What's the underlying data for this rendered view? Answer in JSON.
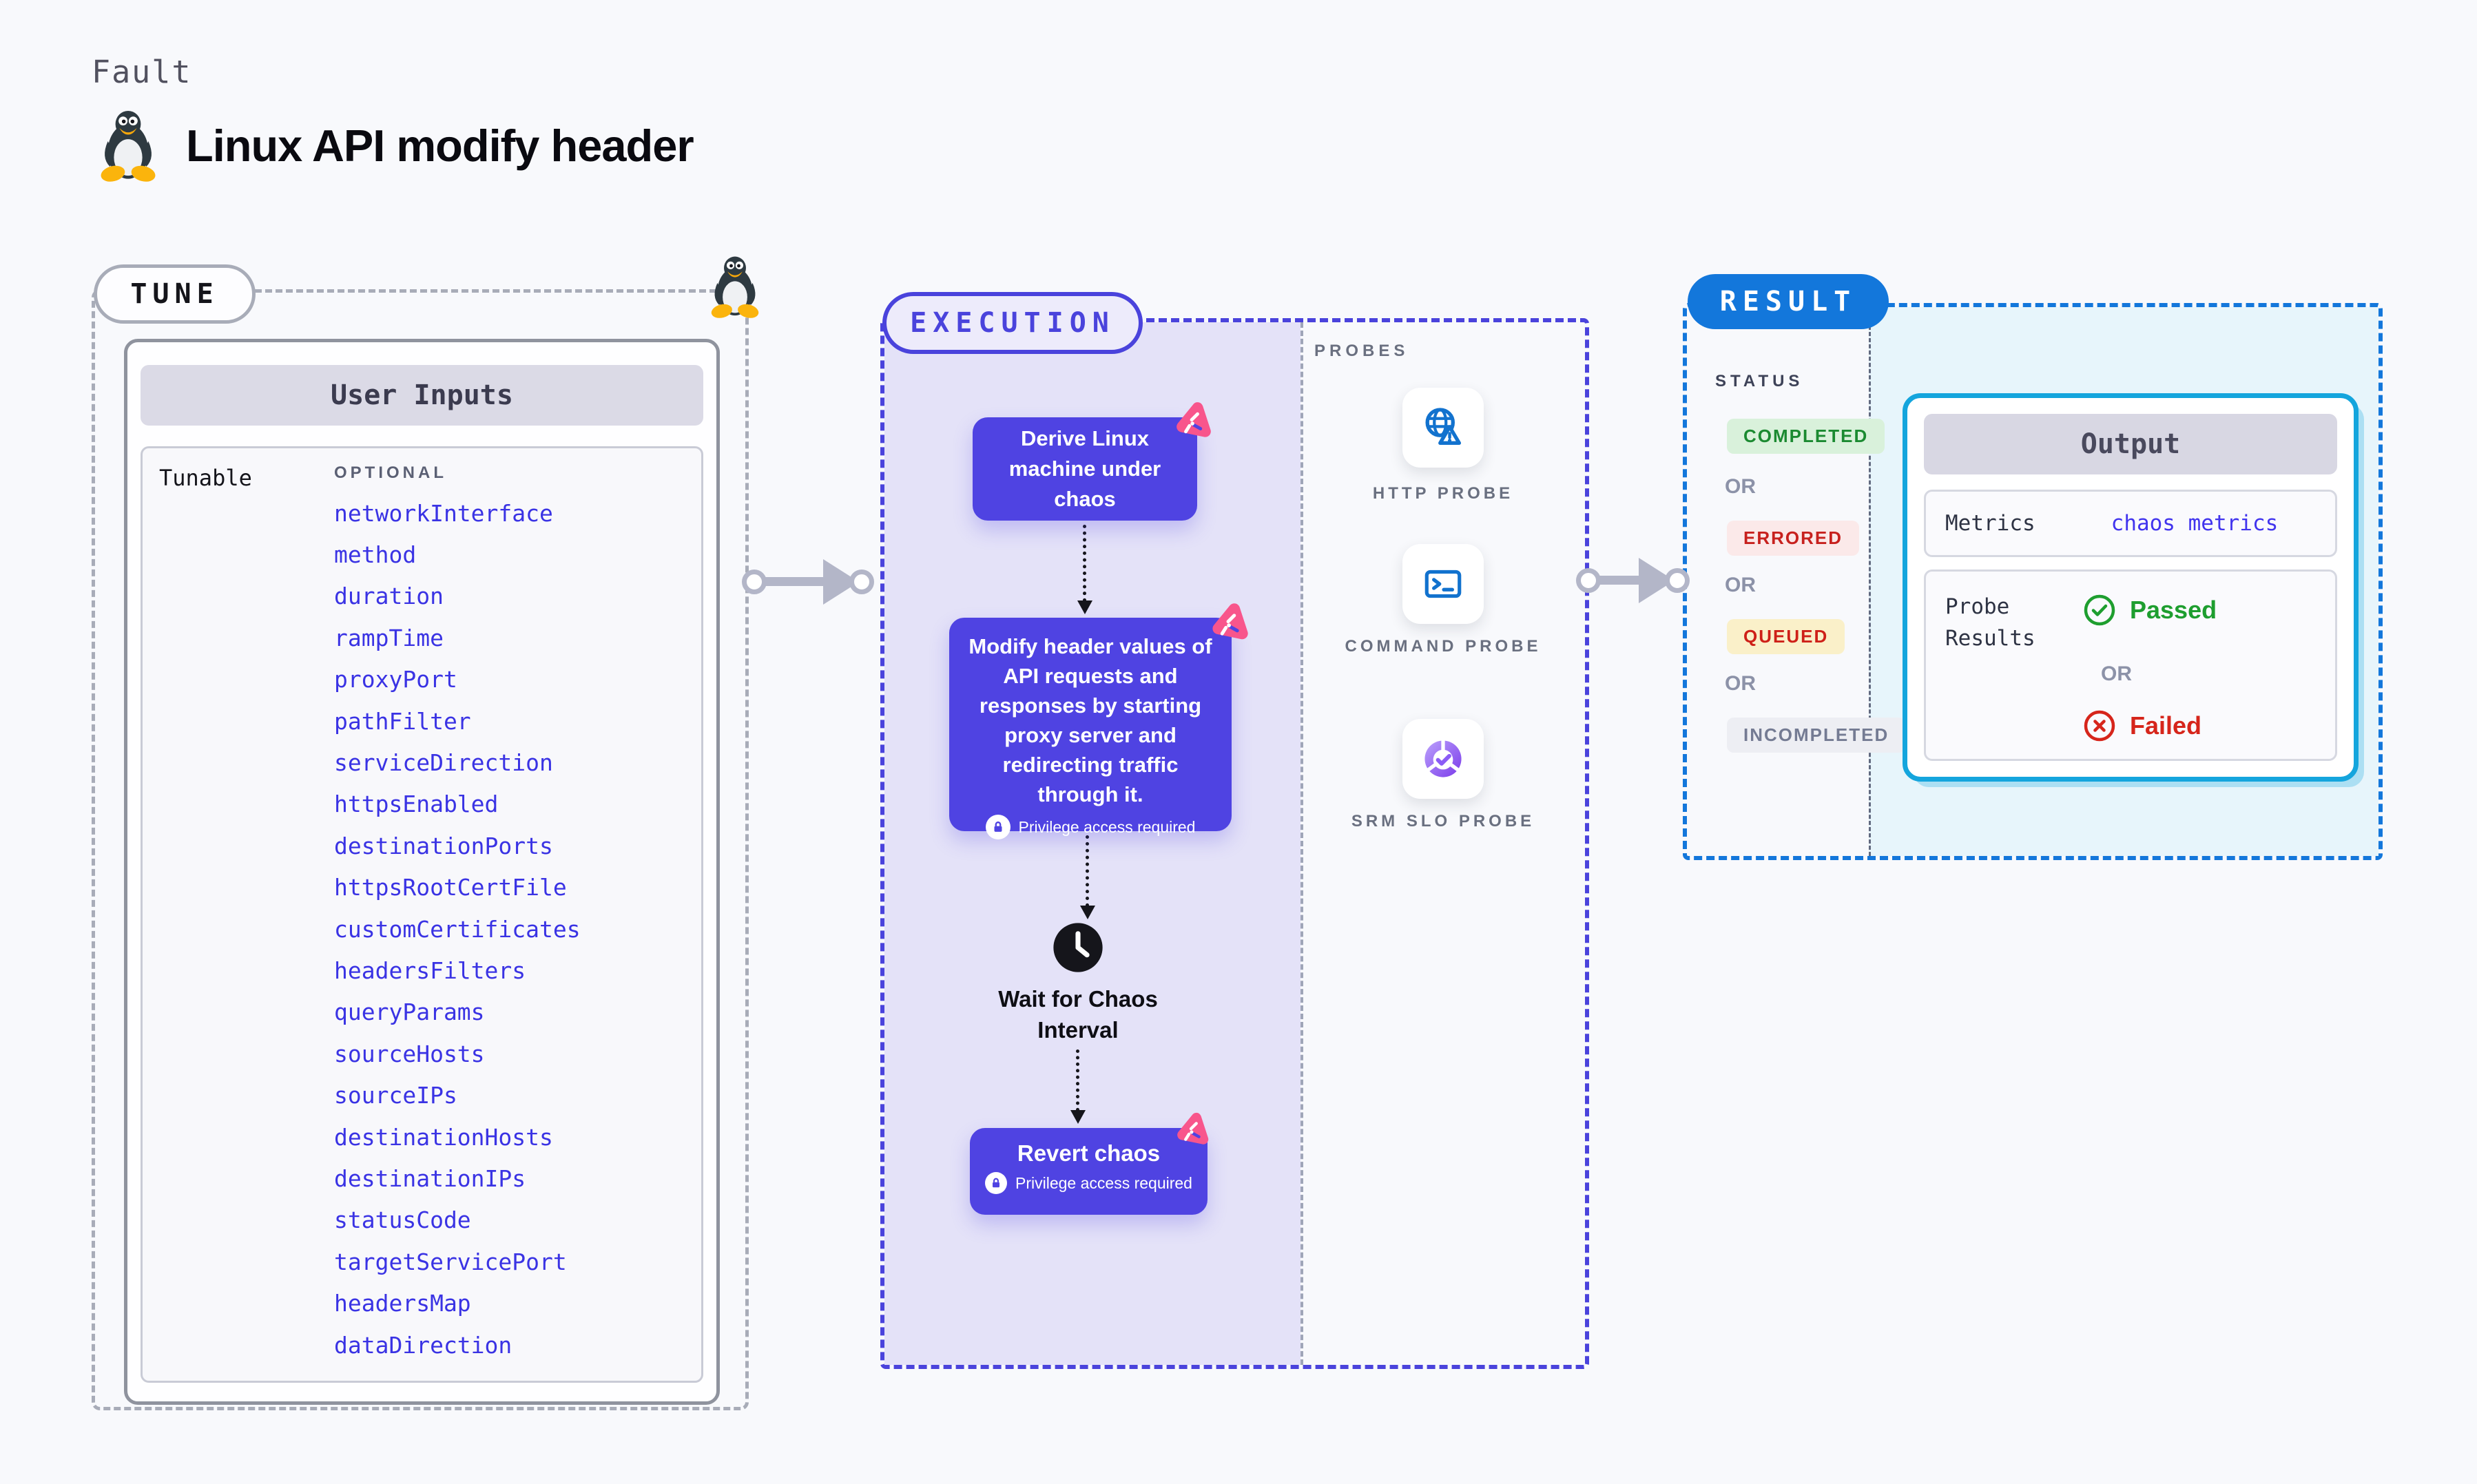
{
  "page": {
    "eyebrow": "Fault",
    "title": "Linux API modify header"
  },
  "tune": {
    "badge": "TUNE",
    "table_title": "User Inputs",
    "row_label": "Tunable",
    "optional_label": "OPTIONAL",
    "params": [
      "networkInterface",
      "method",
      "duration",
      "rampTime",
      "proxyPort",
      "pathFilter",
      "serviceDirection",
      "httpsEnabled",
      "destinationPorts",
      "httpsRootCertFile",
      "customCertificates",
      "headersFilters",
      "queryParams",
      "sourceHosts",
      "sourceIPs",
      "destinationHosts",
      "destinationIPs",
      "statusCode",
      "targetServicePort",
      "headersMap",
      "dataDirection"
    ]
  },
  "execution": {
    "badge": "EXECUTION",
    "derive_step": "Derive Linux machine under chaos",
    "modify_step": "Modify header values of API requests and responses by starting proxy server and redirecting traffic through it.",
    "privilege_note": "Privilege access required",
    "wait_step": "Wait for Chaos Interval",
    "revert_step": "Revert chaos"
  },
  "probes": {
    "label": "PROBES",
    "items": [
      "HTTP PROBE",
      "COMMAND PROBE",
      "SRM SLO PROBE"
    ]
  },
  "result": {
    "badge": "RESULT",
    "status_label": "STATUS",
    "or_label": "OR",
    "statuses": [
      "COMPLETED",
      "ERRORED",
      "QUEUED",
      "INCOMPLETED"
    ],
    "output": {
      "title": "Output",
      "metrics_label": "Metrics",
      "metrics_value": "chaos metrics",
      "probe_results_label": "Probe Results",
      "passed": "Passed",
      "failed": "Failed"
    }
  },
  "colors": {
    "accent_indigo": "#4A43DC",
    "chaos_box_purple": "#4F43E2",
    "chaos_badge_pink": "#F8558C",
    "result_blue": "#1377DB",
    "output_border_cyan": "#14A5DD",
    "param_link_blue": "#3A33E4",
    "passed_green": "#1E9E2F",
    "failed_red": "#D6251B",
    "completed_green": "#1B8A31",
    "queued_yellow_bg": "#FAF0C9",
    "errored_red": "#C7211E"
  }
}
